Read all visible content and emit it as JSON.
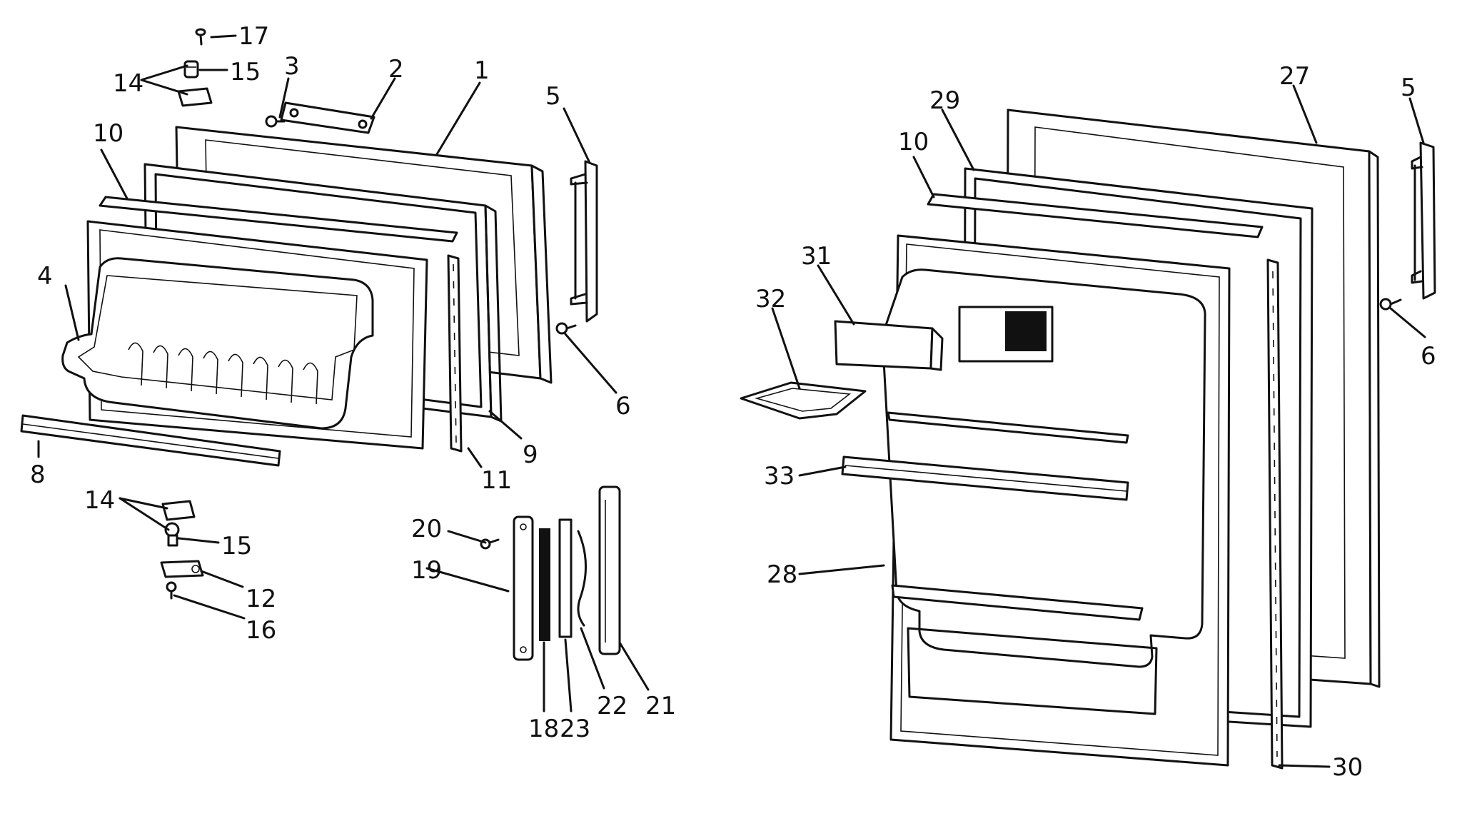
{
  "diagram": {
    "left_assembly": "freezer-door",
    "right_assembly": "refrigerator-door",
    "callouts": [
      {
        "key": "c1",
        "label": "1"
      },
      {
        "key": "c2",
        "label": "2"
      },
      {
        "key": "c3",
        "label": "3"
      },
      {
        "key": "c4",
        "label": "4"
      },
      {
        "key": "c5l",
        "label": "5"
      },
      {
        "key": "c6l",
        "label": "6"
      },
      {
        "key": "c8",
        "label": "8"
      },
      {
        "key": "c9",
        "label": "9"
      },
      {
        "key": "c10l",
        "label": "10"
      },
      {
        "key": "c11",
        "label": "11"
      },
      {
        "key": "c12",
        "label": "12"
      },
      {
        "key": "c14a",
        "label": "14"
      },
      {
        "key": "c14b",
        "label": "14"
      },
      {
        "key": "c15a",
        "label": "15"
      },
      {
        "key": "c15b",
        "label": "15"
      },
      {
        "key": "c16",
        "label": "16"
      },
      {
        "key": "c17",
        "label": "17"
      },
      {
        "key": "c18",
        "label": "18"
      },
      {
        "key": "c19",
        "label": "19"
      },
      {
        "key": "c20",
        "label": "20"
      },
      {
        "key": "c21",
        "label": "21"
      },
      {
        "key": "c22",
        "label": "22"
      },
      {
        "key": "c23",
        "label": "23"
      },
      {
        "key": "c5r",
        "label": "5"
      },
      {
        "key": "c6r",
        "label": "6"
      },
      {
        "key": "c10r",
        "label": "10"
      },
      {
        "key": "c27",
        "label": "27"
      },
      {
        "key": "c28",
        "label": "28"
      },
      {
        "key": "c29",
        "label": "29"
      },
      {
        "key": "c30",
        "label": "30"
      },
      {
        "key": "c31",
        "label": "31"
      },
      {
        "key": "c32",
        "label": "32"
      },
      {
        "key": "c33",
        "label": "33"
      }
    ]
  }
}
